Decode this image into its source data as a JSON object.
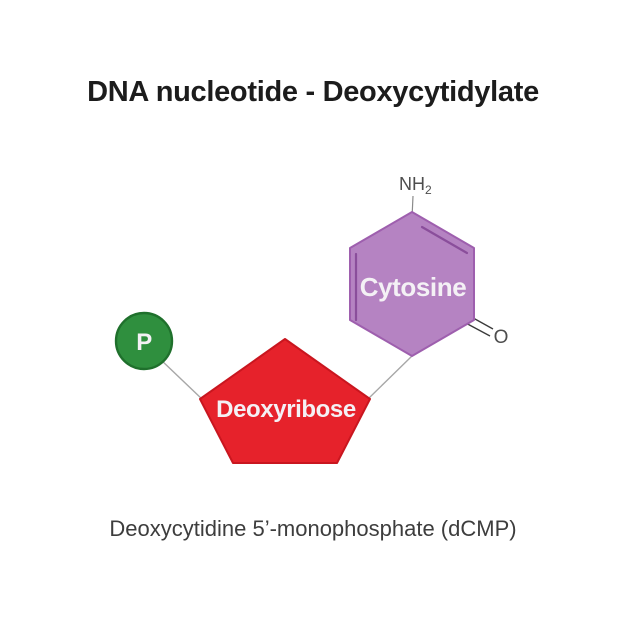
{
  "title": "DNA nucleotide - Deoxycytidylate",
  "caption": "Deoxycytidine 5’-monophosphate (dCMP)",
  "molecule": {
    "phosphate": {
      "label": "P",
      "fill": "#2f8f3e",
      "stroke": "#1f702c"
    },
    "sugar": {
      "label": "Deoxyribose",
      "fill": "#e6222b",
      "stroke": "#c9161f"
    },
    "base": {
      "label": "Cytosine",
      "fill": "#b583c2",
      "stroke": "#9e5fae"
    },
    "amine": {
      "text": "NH",
      "subscript": "2"
    },
    "oxygen": {
      "text": "O"
    }
  },
  "colors": {
    "background": "#ffffff",
    "title_text": "#1c1c1c",
    "caption_text": "#3d3d3d",
    "shape_label_text": "#f4f1f5",
    "connector_bond": "#a7a7a7",
    "chemical_bond": "#3a3a3a",
    "ring_inner_bond": "#8a4e9b",
    "atom_label_text": "#4d4d4d"
  }
}
